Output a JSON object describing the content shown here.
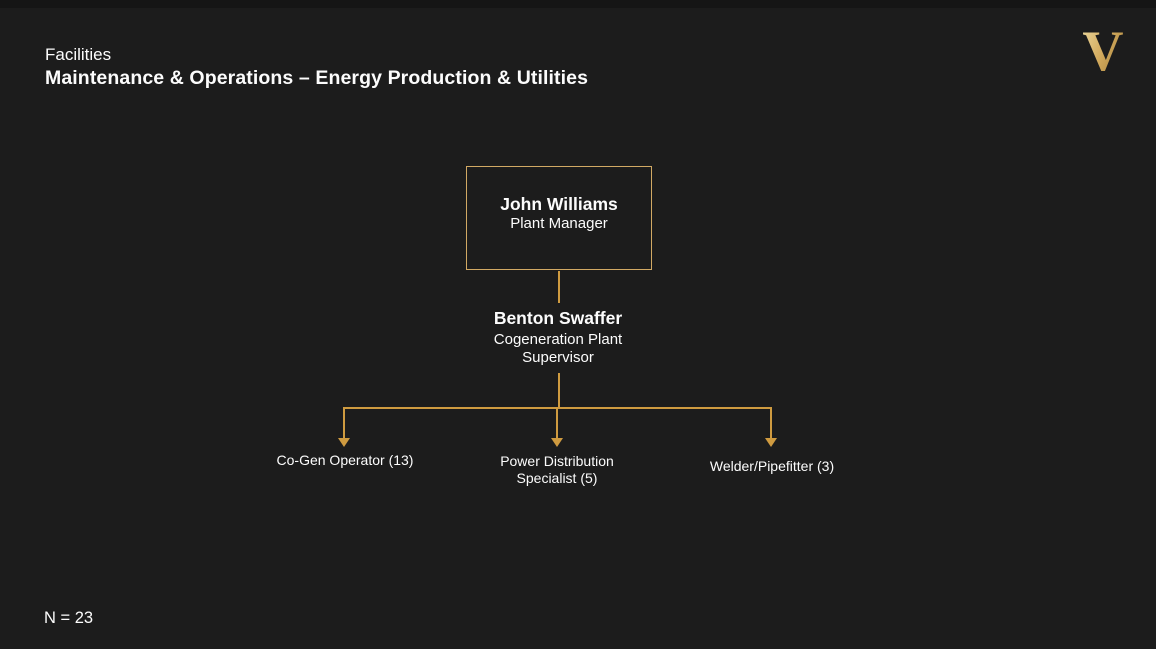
{
  "header": {
    "eyebrow": "Facilities",
    "title": "Maintenance & Operations – Energy Production & Utilities"
  },
  "logo": {
    "glyph": "V",
    "name": "vanderbilt-v-logo"
  },
  "org_chart": {
    "root": {
      "name": "John Williams",
      "title": "Plant Manager"
    },
    "supervisor": {
      "name": "Benton Swaffer",
      "title": "Cogeneration Plant Supervisor"
    },
    "reports": [
      {
        "label": "Co-Gen Operator (13)"
      },
      {
        "label": "Power Distribution Specialist (5)"
      },
      {
        "label": "Welder/Pipefitter (3)"
      }
    ]
  },
  "footer": {
    "count_label": "N = 23"
  },
  "colors": {
    "background": "#1c1c1c",
    "text": "#fcfcfc",
    "box_border": "#d1a964",
    "connector": "#cf9b40",
    "logo_gold_light": "#f0e0a8",
    "logo_gold_mid": "#d3ab5e",
    "logo_gold_dark": "#97732f"
  }
}
